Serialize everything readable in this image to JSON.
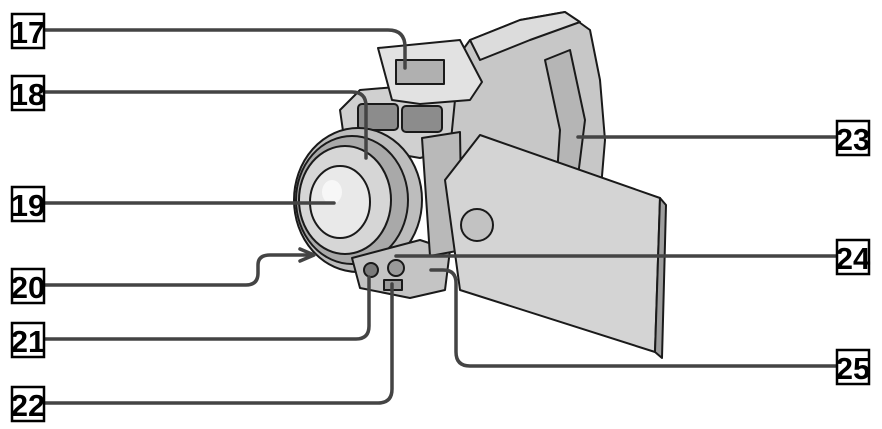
{
  "callouts": [
    {
      "id": "c17",
      "label": "17"
    },
    {
      "id": "c18",
      "label": "18"
    },
    {
      "id": "c19",
      "label": "19"
    },
    {
      "id": "c20",
      "label": "20"
    },
    {
      "id": "c21",
      "label": "21"
    },
    {
      "id": "c22",
      "label": "22"
    },
    {
      "id": "c23",
      "label": "23"
    },
    {
      "id": "c24",
      "label": "24"
    },
    {
      "id": "c25",
      "label": "25"
    }
  ],
  "colors": {
    "body_grey": "#cfcfcf",
    "dark_grey": "#8a8a8a",
    "outline": "#1a1a1a",
    "leader": "#444444"
  }
}
